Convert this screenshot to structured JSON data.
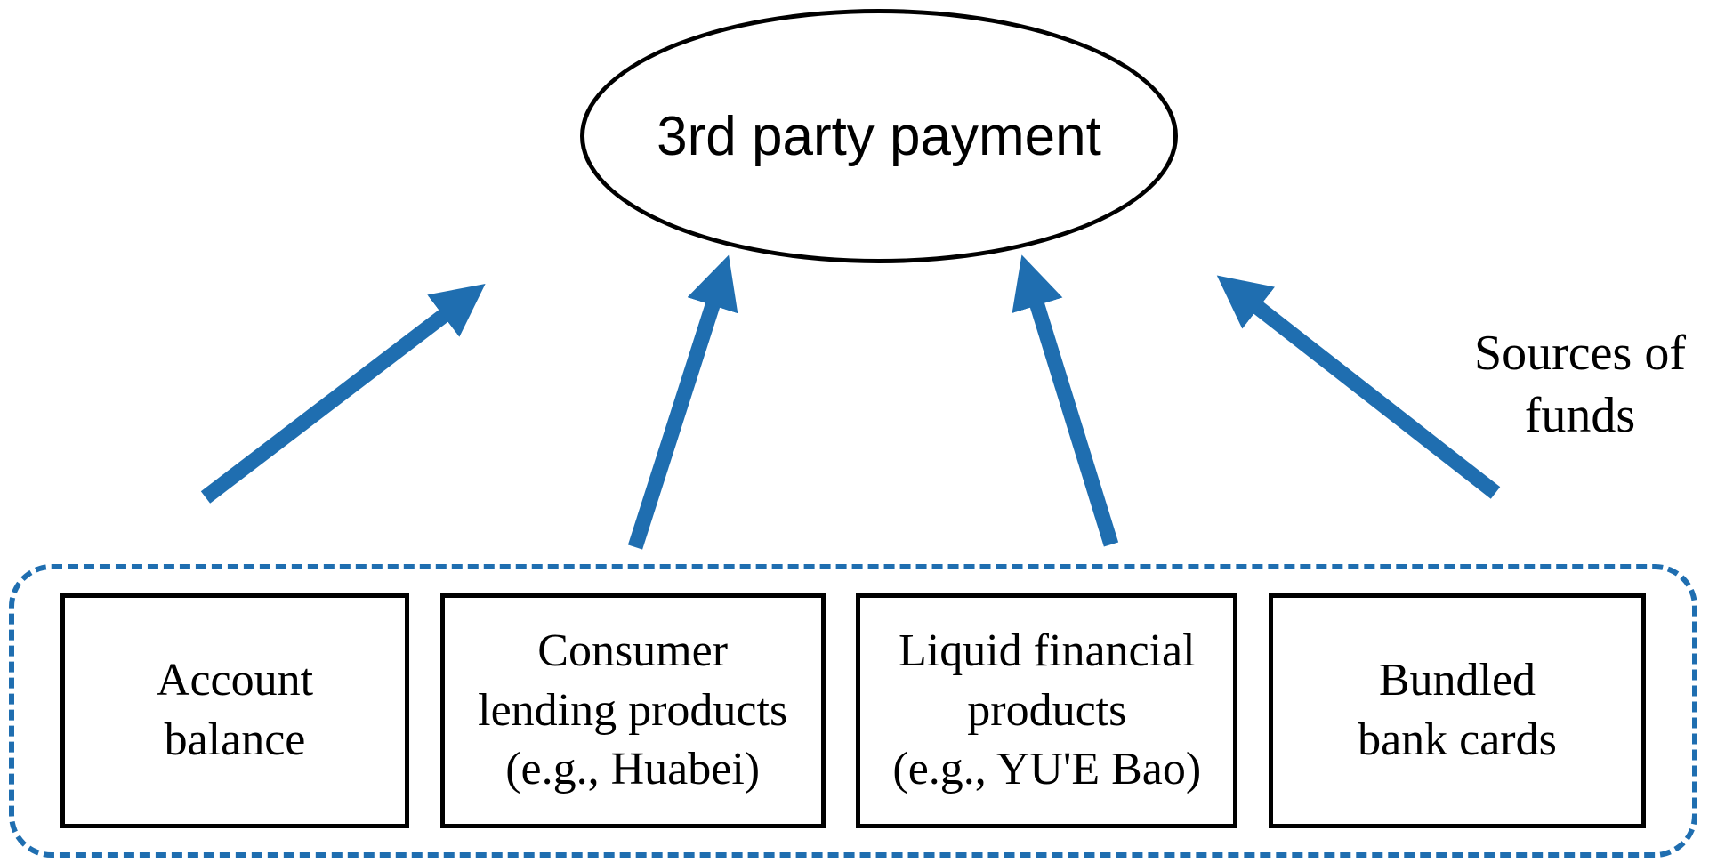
{
  "diagram": {
    "title": "3rd party payment",
    "side_label": "Sources of\nfunds",
    "boxes": [
      {
        "label": "Account\nbalance"
      },
      {
        "label": "Consumer\nlending products\n(e.g., Huabei)"
      },
      {
        "label": "Liquid financial\nproducts\n(e.g., YU'E Bao)"
      },
      {
        "label": "Bundled\nbank cards"
      }
    ],
    "colors": {
      "blue": "#1F6EB0",
      "black": "#000000",
      "background": "#FFFFFF"
    }
  }
}
